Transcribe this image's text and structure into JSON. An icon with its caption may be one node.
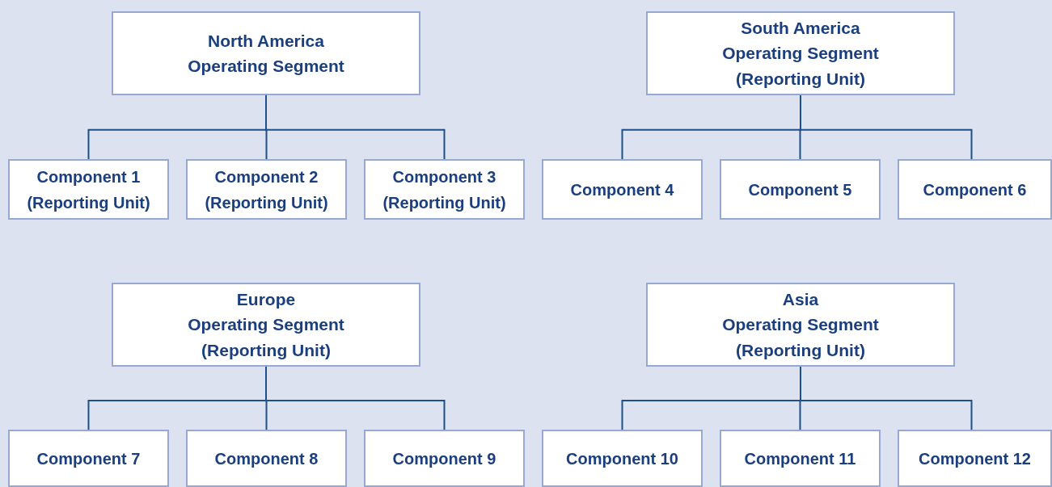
{
  "diagram": {
    "nodes": [
      {
        "text": [
          "North America Operating Segment"
        ]
      },
      {
        "text": [
          "Component 1 (Reporting Unit)"
        ]
      },
      {
        "text": [
          "Component 2 (Reporting Unit)"
        ]
      },
      {
        "text": [
          "Component 3 (Reporting Unit)"
        ]
      },
      {
        "text": [
          "South America Operating Segment (Reporting Unit)"
        ]
      },
      {
        "text": [
          "Component 4"
        ]
      },
      {
        "text": [
          "Component 5"
        ]
      },
      {
        "text": [
          "Component 6"
        ]
      },
      {
        "text": [
          "Europe Operating Segment (Reporting Unit)"
        ]
      },
      {
        "text": [
          "Component 7"
        ]
      },
      {
        "text": [
          "Component 8"
        ]
      },
      {
        "text": [
          "Component 9"
        ]
      },
      {
        "text": [
          "Asia Operating Segment (Reporting Unit)"
        ]
      },
      {
        "text": [
          "Component 10"
        ]
      },
      {
        "text": [
          "Component 11"
        ]
      },
      {
        "text": [
          "Component 12"
        ]
      }
    ],
    "edges": [
      {
        "from": 0,
        "to": 1,
        "arrow": "none"
      },
      {
        "from": 0,
        "to": 2,
        "arrow": "none"
      },
      {
        "from": 0,
        "to": 3,
        "arrow": "none"
      },
      {
        "from": 4,
        "to": 5,
        "arrow": "none"
      },
      {
        "from": 4,
        "to": 6,
        "arrow": "none"
      },
      {
        "from": 4,
        "to": 7,
        "arrow": "none"
      },
      {
        "from": 8,
        "to": 9,
        "arrow": "none"
      },
      {
        "from": 8,
        "to": 10,
        "arrow": "none"
      },
      {
        "from": 8,
        "to": 11,
        "arrow": "none"
      },
      {
        "from": 12,
        "to": 13,
        "arrow": "none"
      },
      {
        "from": 12,
        "to": 14,
        "arrow": "none"
      },
      {
        "from": 12,
        "to": 15,
        "arrow": "none"
      }
    ]
  }
}
